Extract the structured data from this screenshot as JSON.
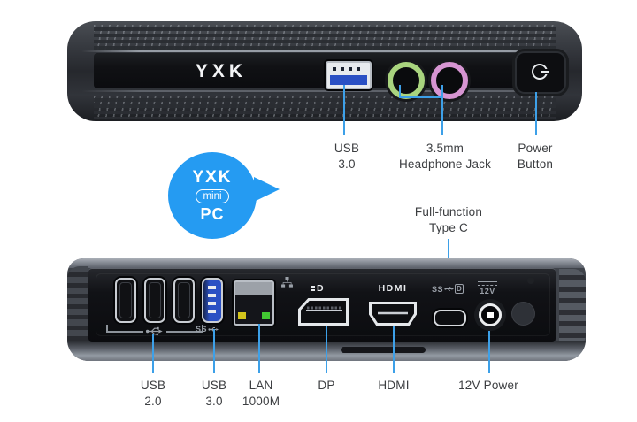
{
  "colors": {
    "leader_blue": "#3da0e8",
    "badge_blue": "#259bf2",
    "label_text": "#3c3e41",
    "usb3_blue": "#2a50c4",
    "jack_green": "#a9d47e",
    "jack_pink": "#d795d2",
    "led_yellow": "#d2c41c",
    "led_green": "#42c832"
  },
  "front": {
    "logo": "YXK",
    "callouts": [
      {
        "id": "usb30",
        "line1": "USB",
        "line2": "3.0"
      },
      {
        "id": "headphone",
        "line1": "3.5mm",
        "line2": "Headphone Jack"
      },
      {
        "id": "power",
        "line1": "Power",
        "line2": "Button"
      }
    ]
  },
  "badge": {
    "top": "YXK",
    "mid": "mini",
    "bottom": "PC"
  },
  "rear": {
    "typec_callout": {
      "line1": "Full-function",
      "line2": "Type C"
    },
    "callouts": [
      {
        "id": "usb20",
        "line1": "USB",
        "line2": "2.0"
      },
      {
        "id": "usb30",
        "line1": "USB",
        "line2": "3.0"
      },
      {
        "id": "lan",
        "line1": "LAN",
        "line2": "1000M"
      },
      {
        "id": "dp",
        "line1": "DP",
        "line2": ""
      },
      {
        "id": "hdmi",
        "line1": "HDMI",
        "line2": ""
      },
      {
        "id": "power12v",
        "line1": "12V Power",
        "line2": ""
      }
    ],
    "panel_marks": {
      "usb3_ss": "SS",
      "typec_ss": "SS",
      "typec_d": "D",
      "hdmi_logo": "HDMI",
      "dp_logo": "D",
      "dc_label": "12V"
    }
  }
}
